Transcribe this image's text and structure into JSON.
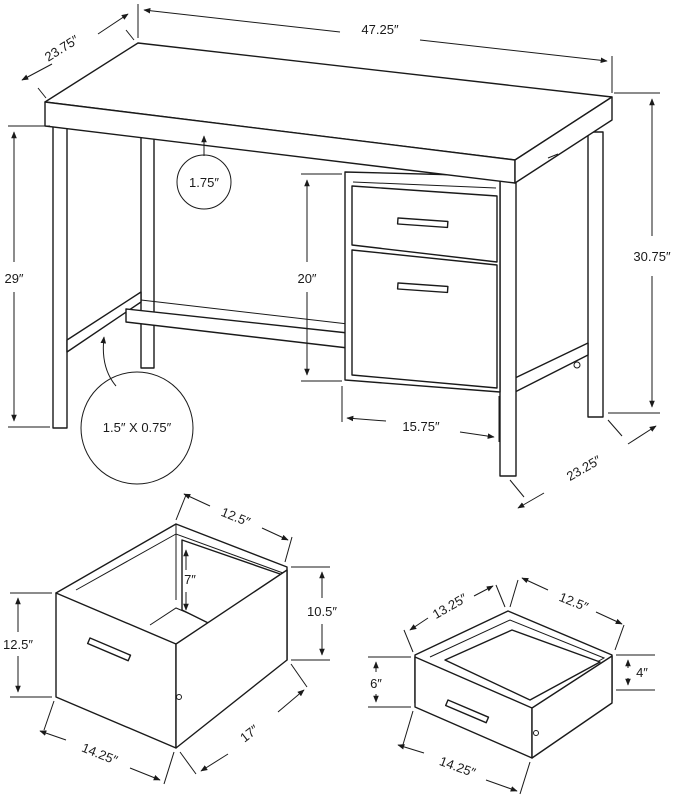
{
  "desk": {
    "width": "47.25″",
    "depth": "23.75″",
    "top_thickness": "1.75″",
    "leg_height": "29″",
    "total_height": "30.75″",
    "cabinet_height": "20″",
    "cabinet_width": "15.75″",
    "base_depth": "23.25″",
    "leg_profile": "1.5″ X 0.75″"
  },
  "file_drawer": {
    "inner_width": "12.5″",
    "inner_height": "7″",
    "side_height": "10.5″",
    "front_height": "12.5″",
    "front_width": "14.25″",
    "depth": "17″"
  },
  "small_drawer": {
    "depth": "13.25″",
    "inner_width": "12.5″",
    "front_height": "6″",
    "side_height": "4″",
    "front_width": "14.25″"
  }
}
